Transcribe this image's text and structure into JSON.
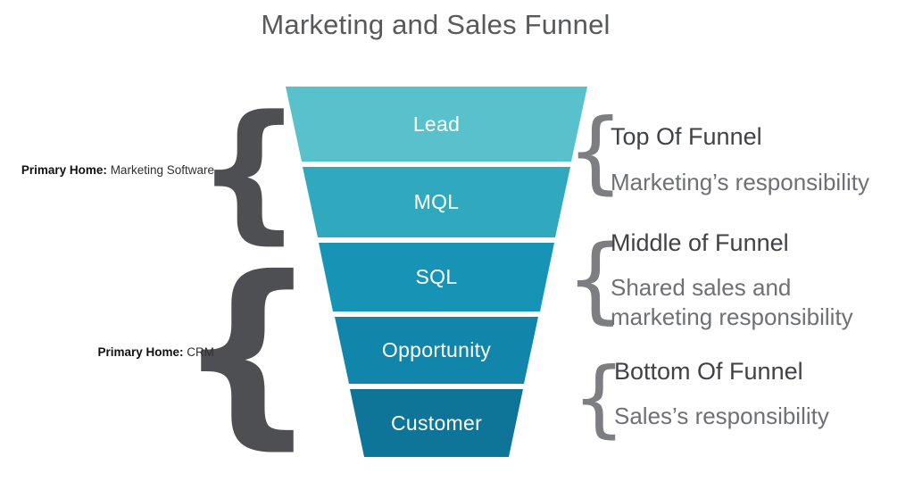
{
  "title": "Marketing and Sales Funnel",
  "funnel": {
    "stages": [
      {
        "label": "Lead",
        "color": "#58c1cb"
      },
      {
        "label": "MQL",
        "color": "#30a9bf"
      },
      {
        "label": "SQL",
        "color": "#1793b6"
      },
      {
        "label": "Opportunity",
        "color": "#1285aa"
      },
      {
        "label": "Customer",
        "color": "#0f7598"
      }
    ]
  },
  "left_annotations": [
    {
      "bold": "Primary Home:",
      "rest": " Marketing Software"
    },
    {
      "bold": "Primary Home:",
      "rest": " CRM"
    }
  ],
  "right_annotations": [
    {
      "heading": "Top Of Funnel",
      "subtext": "Marketing’s responsibility"
    },
    {
      "heading": "Middle of Funnel",
      "subtext": "Shared sales and marketing responsibility"
    },
    {
      "heading": "Bottom Of Funnel",
      "subtext": "Sales’s responsibility"
    }
  ],
  "brace_glyph": "{",
  "colors": {
    "brace_dark": "#4e4f52",
    "brace_light": "#7d7e81",
    "title_text": "#58595b",
    "heading_text": "#414245",
    "subtext_text": "#6f7073",
    "stage_label_text": "#ffffff",
    "background": "#ffffff"
  }
}
